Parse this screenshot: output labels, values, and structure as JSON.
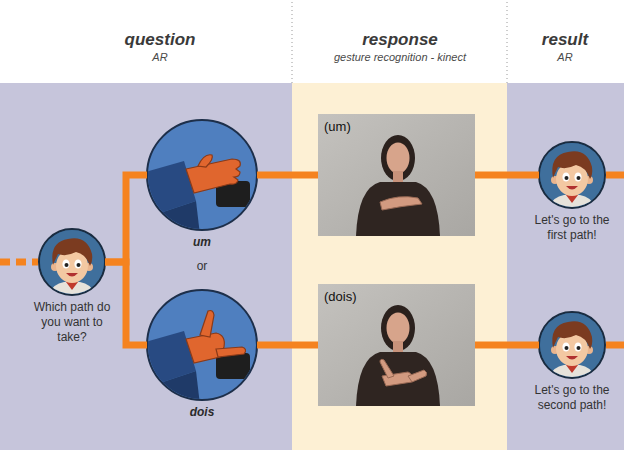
{
  "diagram": {
    "nodes": [
      {
        "text": [
          "Which path do you want to take?"
        ]
      },
      {
        "text": [
          "um"
        ]
      },
      {
        "text": [
          "dois"
        ]
      },
      {
        "text": [
          "(um)"
        ]
      },
      {
        "text": [
          "(dois)"
        ]
      },
      {
        "text": [
          "Let's go to the first path!"
        ]
      },
      {
        "text": [
          "Let's go to the second path!"
        ]
      }
    ],
    "edges": [
      {
        "from": 0,
        "to": 1,
        "arrow": "none"
      },
      {
        "from": 0,
        "to": 2,
        "arrow": "none"
      },
      {
        "from": 1,
        "to": 3,
        "arrow": "none"
      },
      {
        "from": 2,
        "to": 4,
        "arrow": "none"
      },
      {
        "from": 3,
        "to": 5,
        "arrow": "none"
      },
      {
        "from": 4,
        "to": 6,
        "arrow": "none"
      }
    ],
    "labels": [
      "question",
      "AR",
      "response",
      "gesture recognition - kinect",
      "result",
      "AR",
      "or"
    ]
  }
}
